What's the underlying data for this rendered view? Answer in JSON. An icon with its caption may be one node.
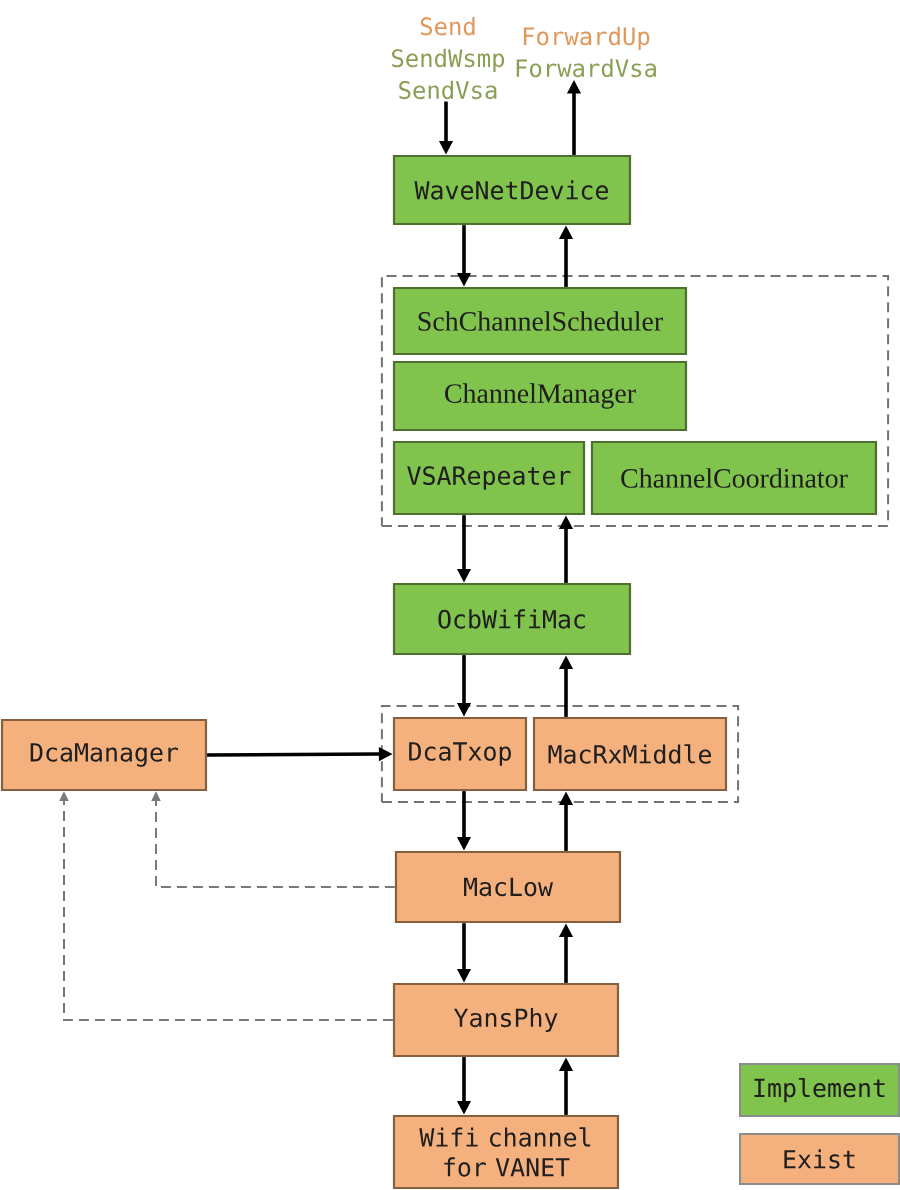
{
  "diagram": {
    "nodes": [
      {
        "text": [
          "Send",
          "SendWsmp",
          "SendVsa"
        ]
      },
      {
        "text": [
          "ForwardUp",
          "ForwardVsa"
        ]
      },
      {
        "text": [
          "WaveNetDevice"
        ]
      },
      {
        "text": [],
        "shape": "box"
      },
      {
        "text": [
          "SchChannelScheduler"
        ],
        "in": 3
      },
      {
        "text": [
          "ChannelManager"
        ],
        "in": 3
      },
      {
        "text": [
          "VSARepeater"
        ],
        "in": 3
      },
      {
        "text": [
          "ChannelCoordinator"
        ],
        "in": 3
      },
      {
        "text": [
          "OcbWifiMac"
        ]
      },
      {
        "text": [
          "DcaManager"
        ]
      },
      {
        "text": [],
        "shape": "box"
      },
      {
        "text": [
          "DcaTxop"
        ],
        "in": 10
      },
      {
        "text": [
          "MacRxMiddle"
        ],
        "in": 10
      },
      {
        "text": [
          "MacLow"
        ]
      },
      {
        "text": [
          "YansPhy"
        ]
      },
      {
        "text": [
          "Wifi channel for VANET"
        ]
      }
    ],
    "edges": [
      {
        "from": 0,
        "to": 2,
        "arrow": "to"
      },
      {
        "from": 2,
        "to": 1,
        "arrow": "to"
      },
      {
        "from": 2,
        "to": 4,
        "arrow": "to"
      },
      {
        "from": 4,
        "to": 2,
        "arrow": "to"
      },
      {
        "from": 6,
        "to": 8,
        "arrow": "to"
      },
      {
        "from": 8,
        "to": 6,
        "arrow": "to"
      },
      {
        "from": 8,
        "to": 11,
        "arrow": "to"
      },
      {
        "from": 12,
        "to": 8,
        "arrow": "to"
      },
      {
        "from": 9,
        "to": 11,
        "arrow": "to"
      },
      {
        "from": 11,
        "to": 13,
        "arrow": "to"
      },
      {
        "from": 13,
        "to": 12,
        "arrow": "to"
      },
      {
        "from": 13,
        "to": 14,
        "arrow": "to"
      },
      {
        "from": 14,
        "to": 13,
        "arrow": "to"
      },
      {
        "from": 14,
        "to": 15,
        "arrow": "to"
      },
      {
        "from": 15,
        "to": 14,
        "arrow": "to"
      },
      {
        "from": 13,
        "to": 9,
        "arrow": "to",
        "style": "dashed",
        "color": "#7a7a7a"
      },
      {
        "from": 14,
        "to": 9,
        "arrow": "to",
        "style": "dashed",
        "color": "#7a7a7a"
      }
    ],
    "legend": [
      {
        "text": "Implement",
        "color": "#80c34d"
      },
      {
        "text": "Exist",
        "color": "#f5b17d"
      }
    ]
  }
}
